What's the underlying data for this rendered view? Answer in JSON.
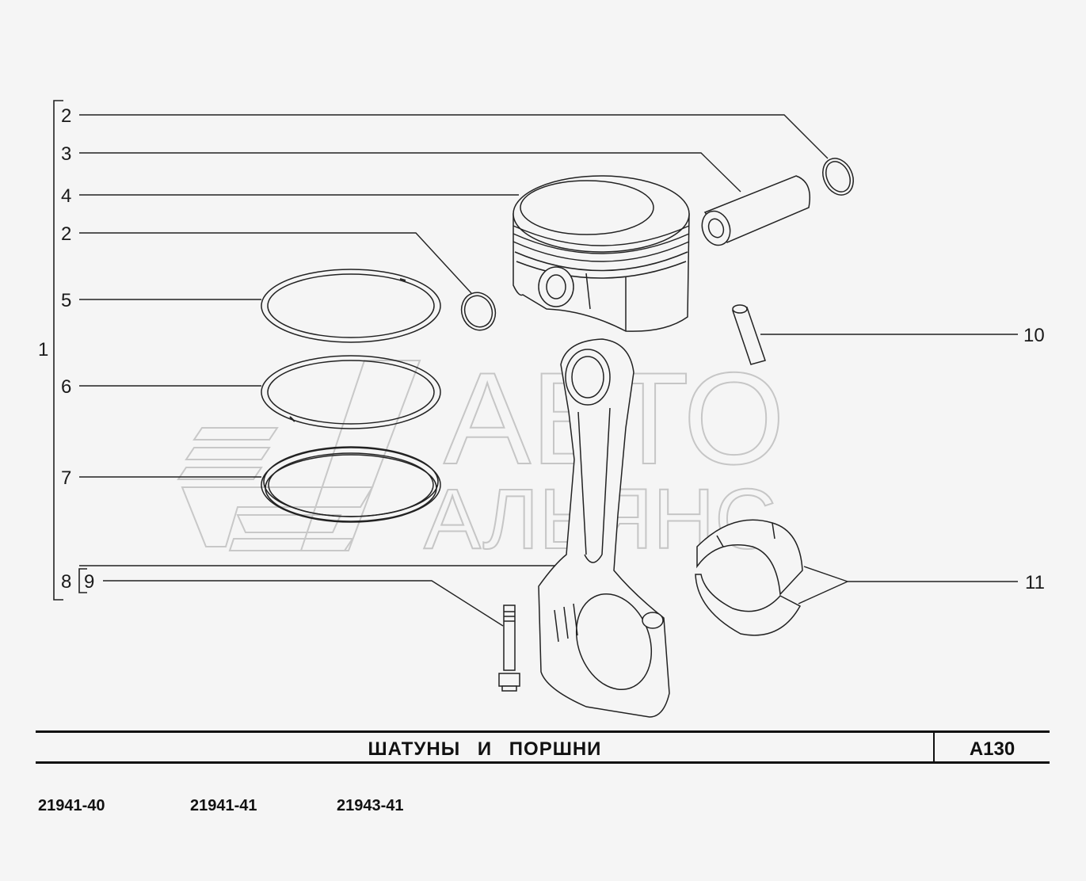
{
  "title": "ШАТУНЫ   И   ПОРШНИ",
  "section_code": "A130",
  "models": [
    "21941-40",
    "21941-41",
    "21943-41"
  ],
  "watermark": {
    "line1": "АВТО",
    "line2": "АЛЬЯНС"
  },
  "callouts": {
    "c1": "1",
    "c2a": "2",
    "c3": "3",
    "c4": "4",
    "c2b": "2",
    "c5": "5",
    "c6": "6",
    "c7": "7",
    "c8": "8",
    "c9": "9",
    "c10": "10",
    "c11": "11"
  }
}
